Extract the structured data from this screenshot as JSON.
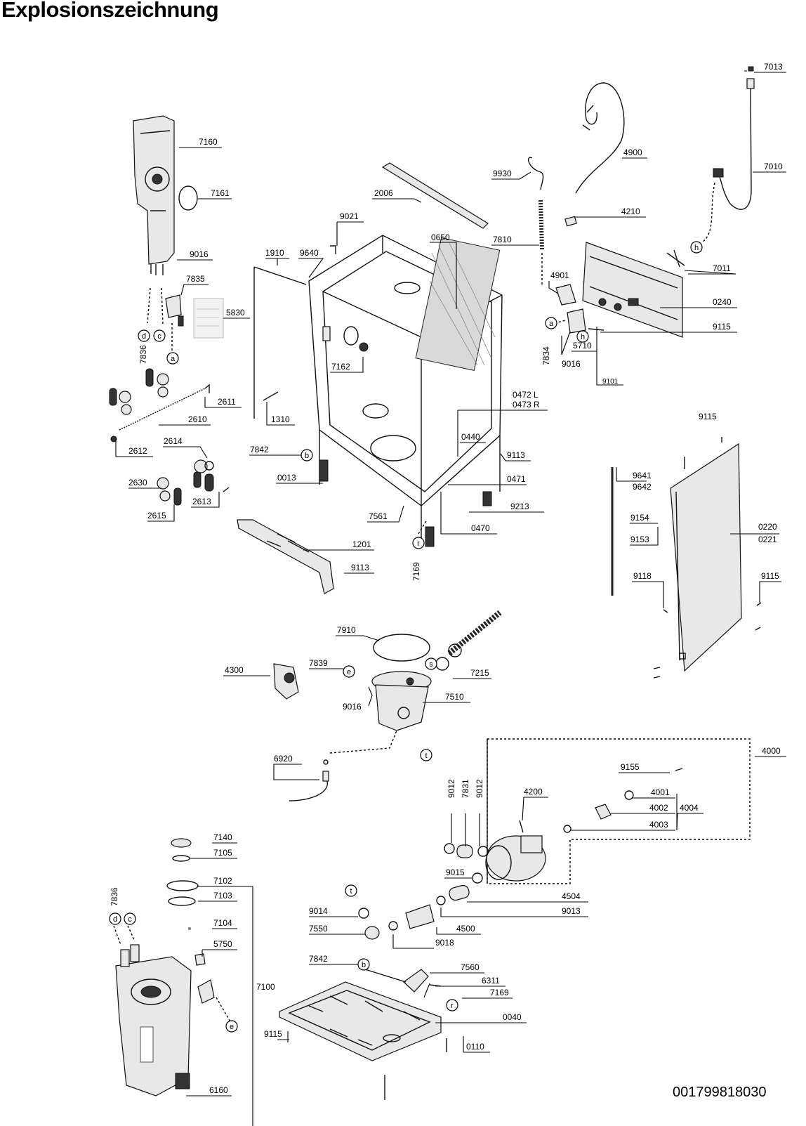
{
  "title": "Explosionszeichnung",
  "document_number": "001799818030",
  "parts": [
    {
      "id": "p7013",
      "text": "7013"
    },
    {
      "id": "p7010",
      "text": "7010"
    },
    {
      "id": "p4900",
      "text": "4900"
    },
    {
      "id": "p9930",
      "text": "9930"
    },
    {
      "id": "p2006",
      "text": "2006"
    },
    {
      "id": "p4210",
      "text": "4210"
    },
    {
      "id": "p9021",
      "text": "9021"
    },
    {
      "id": "p7810",
      "text": "7810"
    },
    {
      "id": "p0650",
      "text": "0650"
    },
    {
      "id": "p7160",
      "text": "7160"
    },
    {
      "id": "p7161",
      "text": "7161"
    },
    {
      "id": "p9016a",
      "text": "9016"
    },
    {
      "id": "p7835",
      "text": "7835"
    },
    {
      "id": "p5830",
      "text": "5830"
    },
    {
      "id": "p1910",
      "text": "1910"
    },
    {
      "id": "p9640",
      "text": "9640"
    },
    {
      "id": "p7011",
      "text": "7011"
    },
    {
      "id": "p4901",
      "text": "4901"
    },
    {
      "id": "p0240",
      "text": "0240"
    },
    {
      "id": "p9115a",
      "text": "9115"
    },
    {
      "id": "p5710",
      "text": "5710"
    },
    {
      "id": "p9016b",
      "text": "9016"
    },
    {
      "id": "p7834",
      "text": "7834"
    },
    {
      "id": "p9101",
      "text": "9101"
    },
    {
      "id": "p7836a",
      "text": "7836"
    },
    {
      "id": "p7162",
      "text": "7162"
    },
    {
      "id": "p2611",
      "text": "2611"
    },
    {
      "id": "p1310",
      "text": "1310"
    },
    {
      "id": "p2610",
      "text": "2610"
    },
    {
      "id": "p0472",
      "text": "0472 L"
    },
    {
      "id": "p0473",
      "text": "0473 R"
    },
    {
      "id": "p9115b",
      "text": "9115"
    },
    {
      "id": "p2612",
      "text": "2612"
    },
    {
      "id": "p2614",
      "text": "2614"
    },
    {
      "id": "p7842a",
      "text": "7842"
    },
    {
      "id": "p0440",
      "text": "0440"
    },
    {
      "id": "p9113a",
      "text": "9113"
    },
    {
      "id": "p0013",
      "text": "0013"
    },
    {
      "id": "p0471",
      "text": "0471"
    },
    {
      "id": "p9641",
      "text": "9641"
    },
    {
      "id": "p9642",
      "text": "9642"
    },
    {
      "id": "p2630",
      "text": "2630"
    },
    {
      "id": "p2613",
      "text": "2613"
    },
    {
      "id": "p7561",
      "text": "7561"
    },
    {
      "id": "p9213",
      "text": "9213"
    },
    {
      "id": "p2615",
      "text": "2615"
    },
    {
      "id": "p0470",
      "text": "0470"
    },
    {
      "id": "p9154",
      "text": "9154"
    },
    {
      "id": "p0220",
      "text": "0220"
    },
    {
      "id": "p0221",
      "text": "0221"
    },
    {
      "id": "p9153",
      "text": "9153"
    },
    {
      "id": "p1201",
      "text": "1201"
    },
    {
      "id": "p7169a",
      "text": "7169"
    },
    {
      "id": "p9113b",
      "text": "9113"
    },
    {
      "id": "p9118",
      "text": "9118"
    },
    {
      "id": "p9115c",
      "text": "9115"
    },
    {
      "id": "p7910",
      "text": "7910"
    },
    {
      "id": "p7839",
      "text": "7839"
    },
    {
      "id": "p4300",
      "text": "4300"
    },
    {
      "id": "p7215",
      "text": "7215"
    },
    {
      "id": "p9016c",
      "text": "9016"
    },
    {
      "id": "p7510",
      "text": "7510"
    },
    {
      "id": "p6920",
      "text": "6920"
    },
    {
      "id": "p4000",
      "text": "4000"
    },
    {
      "id": "p9155",
      "text": "9155"
    },
    {
      "id": "p9012a",
      "text": "9012"
    },
    {
      "id": "p7831",
      "text": "7831"
    },
    {
      "id": "p9012b",
      "text": "9012"
    },
    {
      "id": "p4200",
      "text": "4200"
    },
    {
      "id": "p4001",
      "text": "4001"
    },
    {
      "id": "p4002",
      "text": "4002"
    },
    {
      "id": "p4004",
      "text": "4004"
    },
    {
      "id": "p4003",
      "text": "4003"
    },
    {
      "id": "p7140",
      "text": "7140"
    },
    {
      "id": "p7105",
      "text": "7105"
    },
    {
      "id": "p9015",
      "text": "9015"
    },
    {
      "id": "p7102",
      "text": "7102"
    },
    {
      "id": "p7103",
      "text": "7103"
    },
    {
      "id": "p4504",
      "text": "4504"
    },
    {
      "id": "p7836b",
      "text": "7836"
    },
    {
      "id": "p9014",
      "text": "9014"
    },
    {
      "id": "p9013",
      "text": "9013"
    },
    {
      "id": "p7104",
      "text": "7104"
    },
    {
      "id": "p4500",
      "text": "4500"
    },
    {
      "id": "p7550",
      "text": "7550"
    },
    {
      "id": "p5750",
      "text": "5750"
    },
    {
      "id": "p9018",
      "text": "9018"
    },
    {
      "id": "p7842b",
      "text": "7842"
    },
    {
      "id": "p7560",
      "text": "7560"
    },
    {
      "id": "p7100",
      "text": "7100"
    },
    {
      "id": "p6311",
      "text": "6311"
    },
    {
      "id": "p7169b",
      "text": "7169"
    },
    {
      "id": "p0040",
      "text": "0040"
    },
    {
      "id": "p9115d",
      "text": "9115"
    },
    {
      "id": "p0110",
      "text": "0110"
    },
    {
      "id": "p6160",
      "text": "6160"
    }
  ],
  "markers": [
    {
      "id": "m_d1",
      "text": "d"
    },
    {
      "id": "m_c1",
      "text": "c"
    },
    {
      "id": "m_a1",
      "text": "a"
    },
    {
      "id": "m_h1",
      "text": "h"
    },
    {
      "id": "m_a2",
      "text": "a"
    },
    {
      "id": "m_h2",
      "text": "h"
    },
    {
      "id": "m_b1",
      "text": "b"
    },
    {
      "id": "m_r1",
      "text": "r"
    },
    {
      "id": "m_e1",
      "text": "e"
    },
    {
      "id": "m_s1",
      "text": "s"
    },
    {
      "id": "m_t1",
      "text": "t"
    },
    {
      "id": "m_t2",
      "text": "t"
    },
    {
      "id": "m_d2",
      "text": "d"
    },
    {
      "id": "m_c2",
      "text": "c"
    },
    {
      "id": "m_b2",
      "text": "b"
    },
    {
      "id": "m_r2",
      "text": "r"
    },
    {
      "id": "m_e2",
      "text": "e"
    }
  ]
}
